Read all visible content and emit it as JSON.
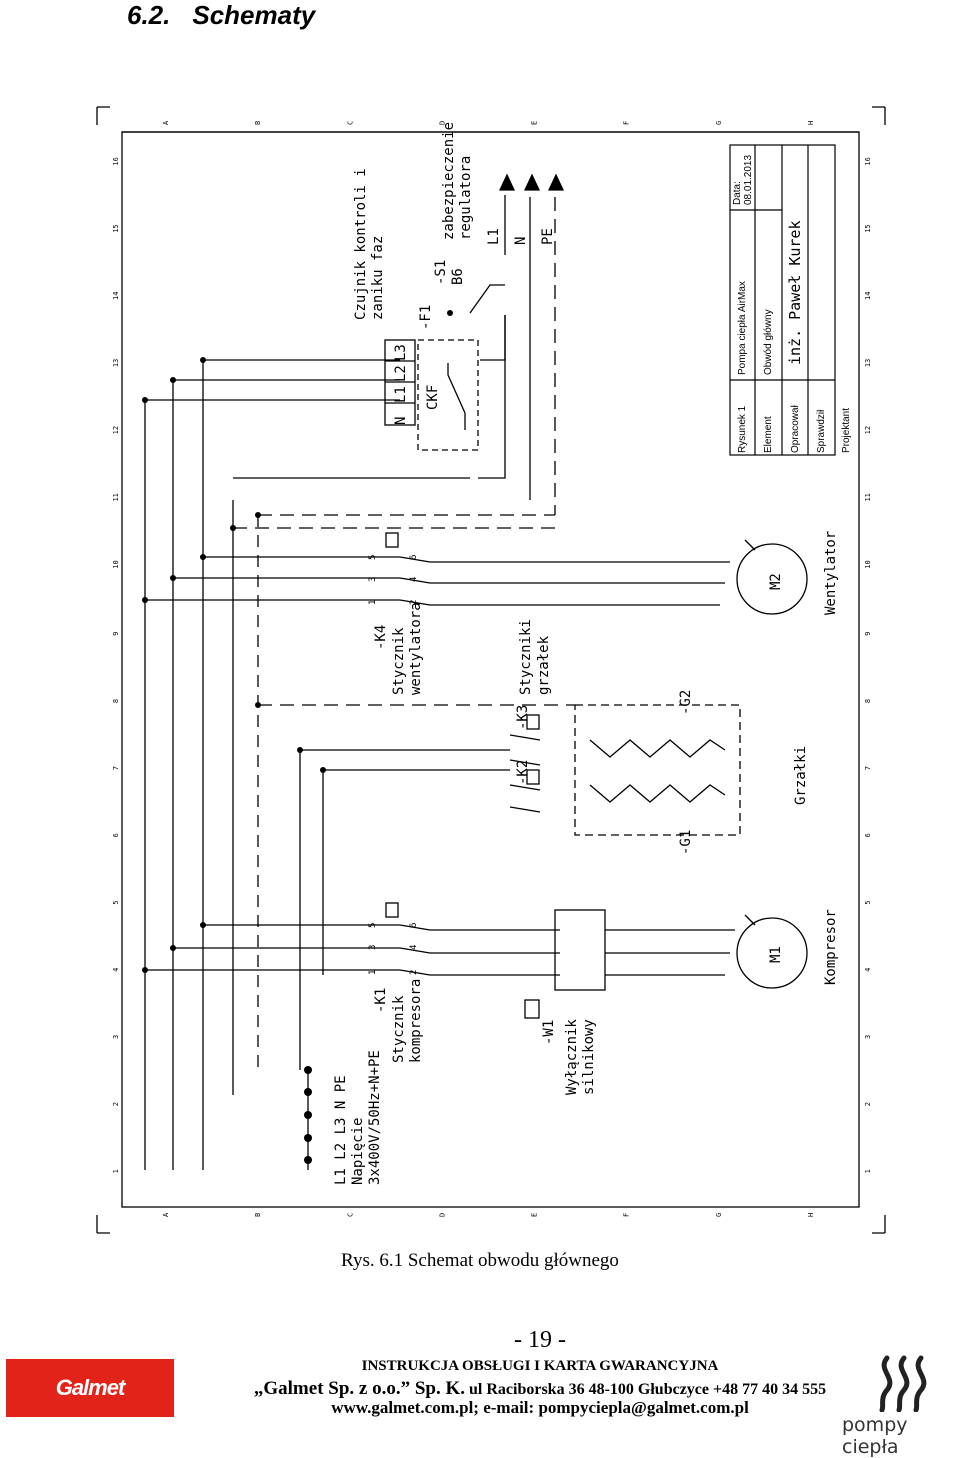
{
  "header": {
    "section_number": "6.2.",
    "section_title": "Schematy"
  },
  "schematic": {
    "supply": {
      "phases": "L1 L2 L3 N PE",
      "label1": "Napięcie",
      "label2": "3x400V/50Hz+N+PE"
    },
    "k1": {
      "ref": "-K1",
      "name1": "Stycznik",
      "name2": "kompresora"
    },
    "w1": {
      "ref": "-W1",
      "name1": "Wyłącznik",
      "name2": "silnikowy"
    },
    "m1": {
      "ref": "M1",
      "name": "Kompresor"
    },
    "k2": {
      "ref": "-K2"
    },
    "k3": {
      "ref": "-K3",
      "name1": "Styczniki",
      "name2": "grzałek"
    },
    "g1": {
      "ref": "-G1"
    },
    "g2": {
      "ref": "-G2"
    },
    "heaters": {
      "name": "Grzałki"
    },
    "k4": {
      "ref": "-K4",
      "name1": "Stycznik",
      "name2": "wentylatora"
    },
    "m2": {
      "ref": "M2",
      "name": "Wentylator"
    },
    "ckf": {
      "ref": "CKF",
      "terminals": [
        "N",
        "L1",
        "L2",
        "L3"
      ],
      "name1": "Czujnik kontroli i",
      "name2": "zaniku faz"
    },
    "f1": {
      "ref": "-F1"
    },
    "s1": {
      "ref": "-S1",
      "rating": "B6",
      "name1": "zabezpieczenie",
      "name2": "regulatora"
    },
    "outputs": [
      "L1",
      "N",
      "PE"
    ],
    "contacts": {
      "a": "1",
      "b": "3",
      "c": "5",
      "d": "2",
      "e": "4",
      "f": "6"
    },
    "grid_columns": [
      "1",
      "2",
      "3",
      "4",
      "5",
      "6",
      "7",
      "8",
      "9",
      "10",
      "11",
      "12",
      "13",
      "14",
      "15",
      "16"
    ],
    "grid_rows": [
      "A",
      "B",
      "C",
      "D",
      "E",
      "F",
      "G",
      "H"
    ]
  },
  "title_block": {
    "drawing": "Rysunek 1",
    "product": "Pompa ciepła AirMax",
    "date_label": "Data:",
    "date": "08.01.2013",
    "element_label": "Element",
    "element": "Obwód główny",
    "author_label": "Opracował",
    "author": "inż. Paweł Kurek",
    "checked_label": "Sprawdził",
    "designer_label": "Projektant"
  },
  "caption": "Rys. 6.1 Schemat obwodu głównego",
  "footer": {
    "page": "- 19 -",
    "line1": "INSTRUKCJA OBSŁUGI I KARTA GWARANCYJNA",
    "company": "„Galmet Sp. z o.o.” Sp. K.",
    "address": "ul Raciborska 36 48-100 Głubczyce +48 77 40 34 555",
    "web": "www.galmet.com.pl; e-mail: pompyciepla@galmet.com.pl",
    "logo_left": "Galmet",
    "logo_right": "pompy ciepła"
  }
}
